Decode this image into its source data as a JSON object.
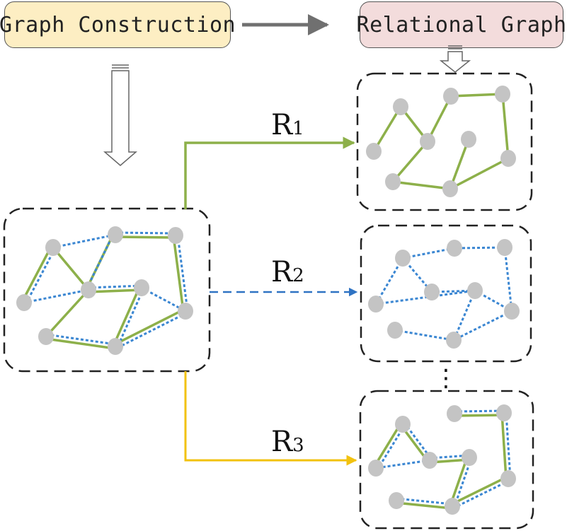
{
  "header": {
    "left_title": "Graph Construction",
    "right_title": "Relational Graph"
  },
  "relations": [
    {
      "letter": "R",
      "index": "1",
      "color": "#8db04a",
      "style": "solid"
    },
    {
      "letter": "R",
      "index": "2",
      "color": "#2f73c3",
      "style": "dashed"
    },
    {
      "letter": "R",
      "index": "3",
      "color": "#f2c20f",
      "style": "solid"
    }
  ],
  "ellipsis": "⋮",
  "colors": {
    "edge_green": "#8db04a",
    "edge_blue": "#3a86d2",
    "node_gray": "#c4c4c4",
    "border_dark": "#222222",
    "arrow_gray": "#707070"
  }
}
